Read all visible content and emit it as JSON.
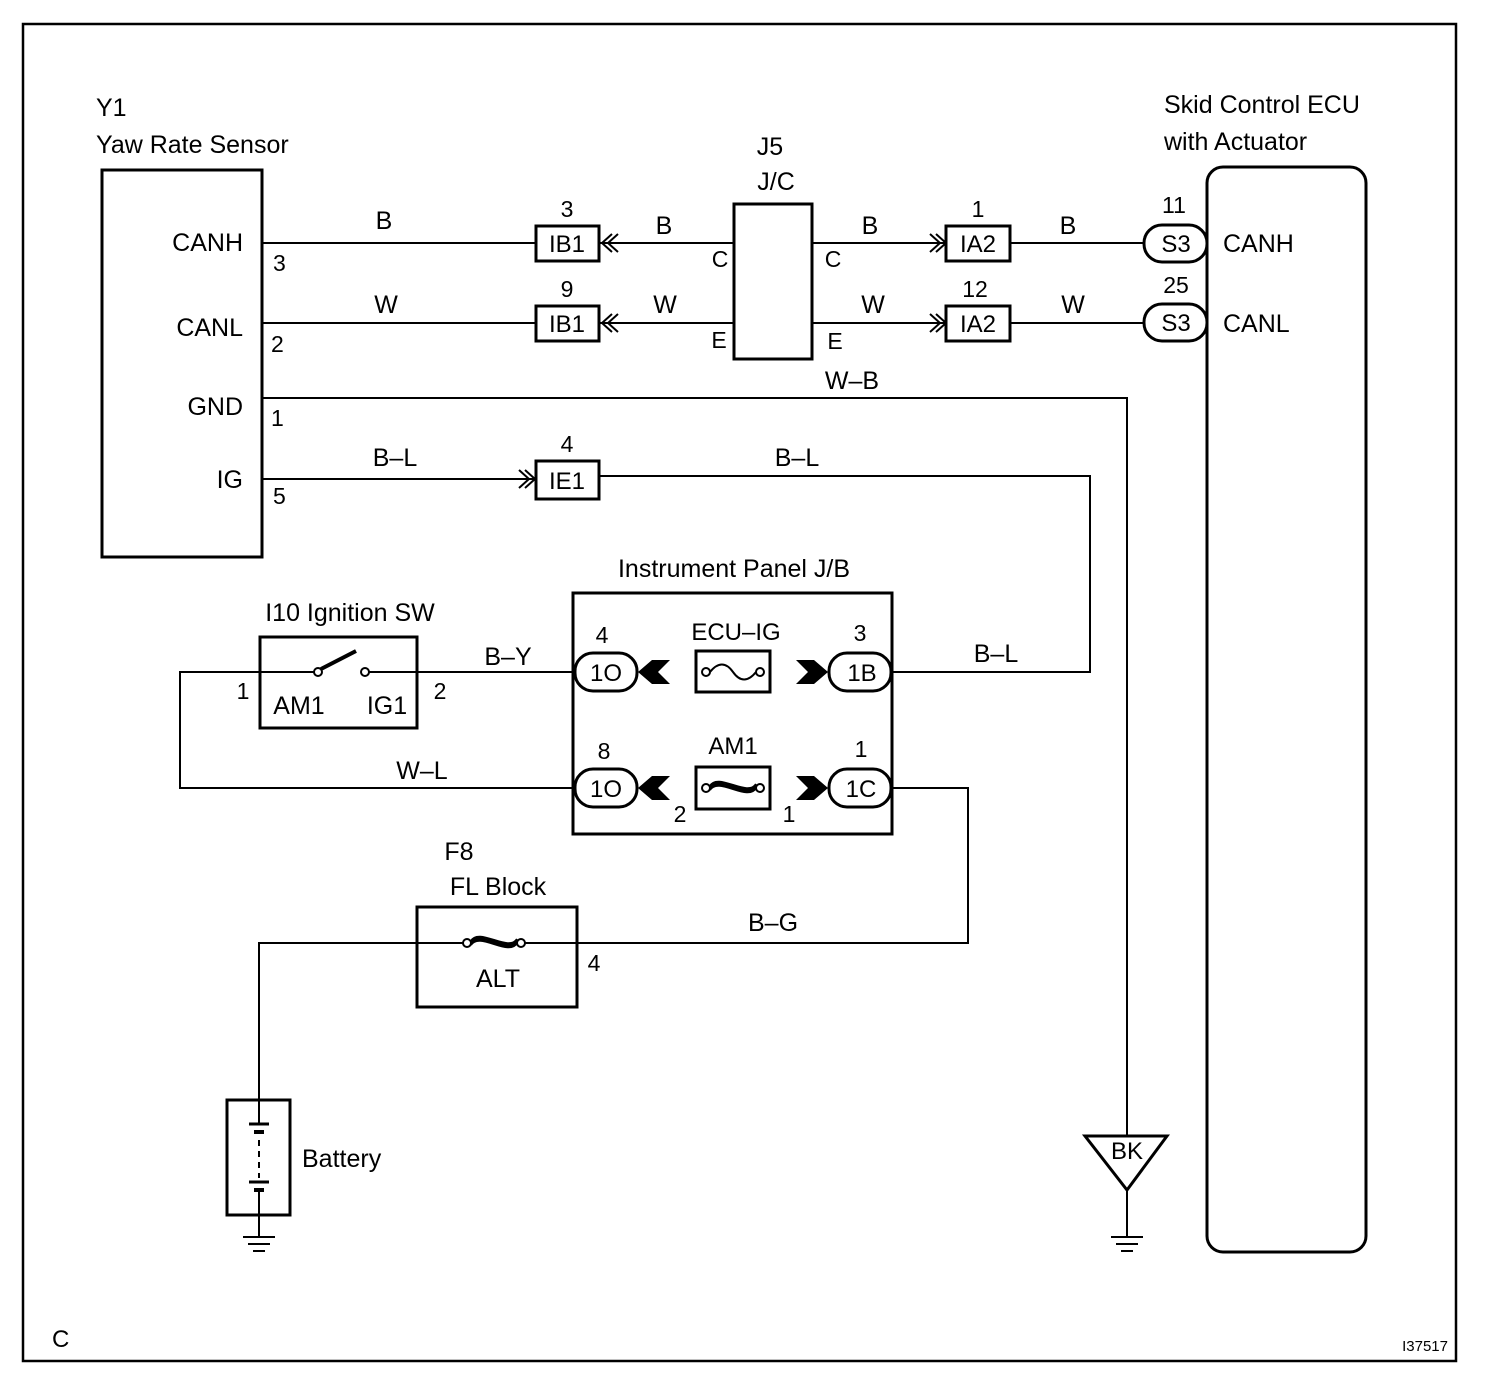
{
  "corner_letter": "C",
  "figure_id": "I37517",
  "yaw_sensor": {
    "code": "Y1",
    "name": "Yaw Rate Sensor",
    "terminals": [
      {
        "label": "CANH",
        "pin": "3"
      },
      {
        "label": "CANL",
        "pin": "2"
      },
      {
        "label": "GND",
        "pin": "1"
      },
      {
        "label": "IG",
        "pin": "5"
      }
    ]
  },
  "junction": {
    "code": "J5",
    "name": "J/C",
    "pins": [
      "C",
      "C",
      "E",
      "E"
    ]
  },
  "ecu": {
    "name_line1": "Skid Control ECU",
    "name_line2": "with Actuator",
    "terminals": [
      {
        "label": "CANH",
        "pin": "11",
        "connector": "S3"
      },
      {
        "label": "CANL",
        "pin": "25",
        "connector": "S3"
      }
    ]
  },
  "connectors": {
    "ib1_a": {
      "id": "IB1",
      "pin": "3"
    },
    "ib1_b": {
      "id": "IB1",
      "pin": "9"
    },
    "ia2_a": {
      "id": "IA2",
      "pin": "1"
    },
    "ia2_b": {
      "id": "IA2",
      "pin": "12"
    },
    "ie1": {
      "id": "IE1",
      "pin": "4"
    }
  },
  "wires": {
    "canh_1": "B",
    "canh_2": "B",
    "canh_3": "B",
    "canh_4": "B",
    "canl_1": "W",
    "canl_2": "W",
    "canl_3": "W",
    "canl_4": "W",
    "gnd": "W–B",
    "ig_1": "B–L",
    "ig_2": "B–L",
    "ig_3": "B–L",
    "by": "B–Y",
    "wl": "W–L",
    "bg": "B–G"
  },
  "instrument_jb": {
    "title": "Instrument Panel J/B",
    "ecu_ig": {
      "fuse": "ECU–IG",
      "left": {
        "connector": "1O",
        "pin": "4"
      },
      "right": {
        "connector": "1B",
        "pin": "3"
      }
    },
    "am1": {
      "fuse": "AM1",
      "left": {
        "connector": "1O",
        "pin": "8",
        "inner_pin": "2"
      },
      "right": {
        "connector": "1C",
        "pin": "1",
        "inner_pin": "1"
      }
    }
  },
  "ignition_sw": {
    "title": "I10 Ignition SW",
    "left_terminal": "AM1",
    "right_terminal": "IG1",
    "left_pin": "1",
    "right_pin": "2"
  },
  "fl_block": {
    "code": "F8",
    "name": "FL Block",
    "fuse": "ALT",
    "pin": "4"
  },
  "battery": {
    "label": "Battery"
  },
  "ground_point": {
    "label": "BK"
  }
}
